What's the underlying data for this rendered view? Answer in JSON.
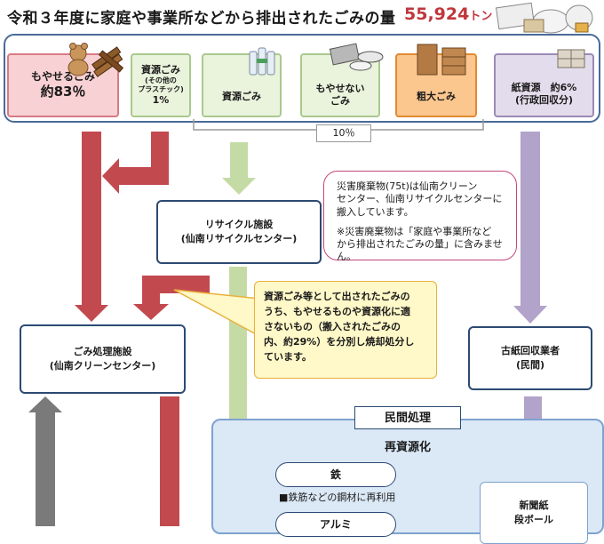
{
  "header": {
    "title": "令和３年度に家庭や事業所などから排出されたごみの量",
    "amount_value": "55,924",
    "amount_unit": "トン"
  },
  "categories": {
    "moyaseru": {
      "label": "もやせるごみ",
      "pct": "約83％"
    },
    "plastic": {
      "label": "資源ごみ",
      "sub1": "(その他の",
      "sub2": "プラスチック)",
      "pct": "1%"
    },
    "shigen": {
      "label": "資源ごみ"
    },
    "moyasenai": {
      "line1": "もやせない",
      "line2": "ごみ"
    },
    "sodai": {
      "label": "粗大ごみ"
    },
    "kami": {
      "label": "紙資源　約6%",
      "sub": "(行政回収分)"
    }
  },
  "bracket": {
    "label": "10％"
  },
  "facilities": {
    "recycle": {
      "line1": "リサイクル施設",
      "line2": "(仙南リサイクルセンター)"
    },
    "gomi": {
      "line1": "ごみ処理施設",
      "line2": "(仙南クリーンセンター)"
    },
    "koshi": {
      "line1": "古紙回収業者",
      "line2": "(民間)"
    }
  },
  "notes": {
    "disaster": {
      "line1": "災害廃棄物(75t)は仙南クリーン",
      "line2": "センター、仙南リサイクルセンターに",
      "line3": "搬入しています。",
      "line4": "※災害廃棄物は「家庭や事業所など",
      "line5": "から排出されたごみの量」に含みません。"
    },
    "resource": {
      "line1": "資源ごみ等として出されたごみの",
      "line2": "うち、もやせるものや資源化に適",
      "line3": "さないもの（搬入されたごみの",
      "line4": "内、約29%）を分別し焼却処分し",
      "line5": "ています。"
    }
  },
  "private": {
    "label": "民間処理",
    "subtitle": "再資源化",
    "iron": "鉄",
    "iron_note": "■鉄筋などの鋼材に再利用",
    "alu": "アルミ",
    "paper_line1": "新聞紙",
    "paper_line2": "段ボール"
  },
  "colors": {
    "red_arrow": "#c24a4f",
    "green_arrow": "#c5dba5",
    "purple_arrow": "#b2a3ca",
    "gray_arrow": "#7a7a7a",
    "frame_blue": "#4a6a9a"
  }
}
